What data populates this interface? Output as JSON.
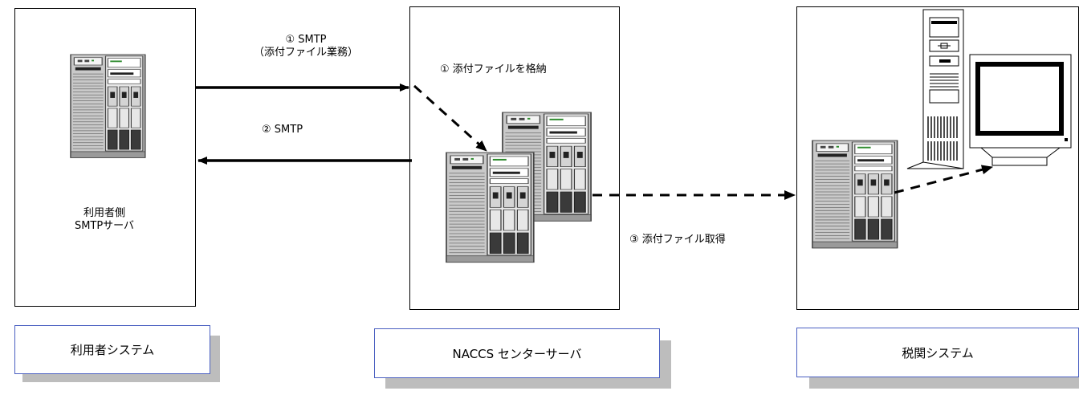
{
  "systems": {
    "user": {
      "caption": "利用者側",
      "caption2": "SMTPサーバ",
      "label": "利用者システム"
    },
    "naccs": {
      "note": "① 添付ファイルを格納",
      "label": "NACCS センターサーバ"
    },
    "customs": {
      "label": "税関システム"
    }
  },
  "arrows": {
    "smtp_in_line1": "① SMTP",
    "smtp_in_line2": "（添付ファイル業務）",
    "smtp_out": "② SMTP",
    "fetch": "③ 添付ファイル取得"
  },
  "icons": [
    "server-tower-icon",
    "desktop-computer-icon",
    "monitor-icon"
  ]
}
